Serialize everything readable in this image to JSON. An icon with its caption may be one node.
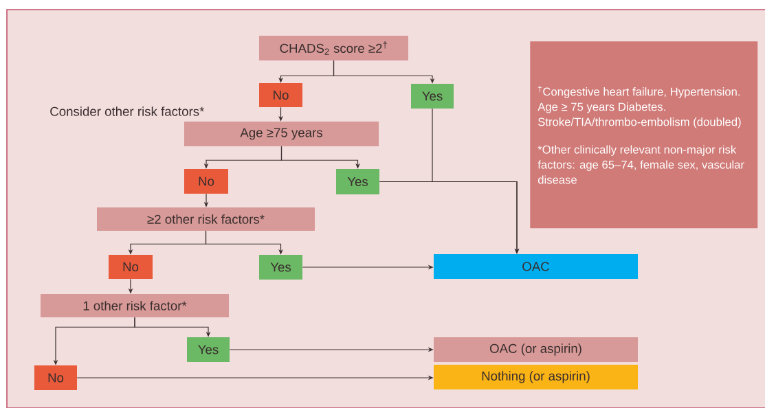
{
  "diagram": {
    "nodes": [
      {
        "text": [
          "CHADS$_{2}$ score ≥2$^{†}$"
        ]
      },
      {
        "text": [
          "No"
        ]
      },
      {
        "text": [
          "Yes"
        ]
      },
      {
        "text": [
          "Age ≥75 years"
        ]
      },
      {
        "text": [
          "No"
        ]
      },
      {
        "text": [
          "Yes"
        ]
      },
      {
        "text": [
          "≥2 other risk factors*"
        ]
      },
      {
        "text": [
          "No"
        ]
      },
      {
        "text": [
          "Yes"
        ]
      },
      {
        "text": [
          "OAC"
        ]
      },
      {
        "text": [
          "1 other risk factor*"
        ]
      },
      {
        "text": [
          "Yes"
        ]
      },
      {
        "text": [
          "No"
        ]
      },
      {
        "text": [
          "OAC (or aspirin)"
        ]
      },
      {
        "text": [
          "Nothing (or aspirin)"
        ]
      },
      {
        "text": [
          "$^{†}$Congestive heart failure, Hypertension. Age ≥ 75 years Diabetes. Stroke/TIA/thrombo-embolism (doubled)",
          "*Other clinically relevant non-major risk factors: age 65–74, female sex, vascular disease"
        ]
      }
    ],
    "edges": [
      {
        "from": 0,
        "to": 1,
        "arrow": "to"
      },
      {
        "from": 0,
        "to": 2,
        "arrow": "to"
      },
      {
        "from": 1,
        "to": 3,
        "arrow": "to"
      },
      {
        "from": 3,
        "to": 4,
        "arrow": "to"
      },
      {
        "from": 3,
        "to": 5,
        "arrow": "to"
      },
      {
        "from": 2,
        "to": 9,
        "arrow": "to"
      },
      {
        "from": 5,
        "to": 9,
        "arrow": "to"
      },
      {
        "from": 4,
        "to": 6,
        "arrow": "to"
      },
      {
        "from": 6,
        "to": 7,
        "arrow": "to"
      },
      {
        "from": 6,
        "to": 8,
        "arrow": "to"
      },
      {
        "from": 8,
        "to": 9,
        "arrow": "to"
      },
      {
        "from": 7,
        "to": 10,
        "arrow": "to"
      },
      {
        "from": 10,
        "to": 12,
        "arrow": "to"
      },
      {
        "from": 10,
        "to": 11,
        "arrow": "to"
      },
      {
        "from": 11,
        "to": 13,
        "arrow": "to"
      },
      {
        "from": 12,
        "to": 14,
        "arrow": "to"
      }
    ],
    "labels": [
      "Consider other risk factors*"
    ]
  }
}
